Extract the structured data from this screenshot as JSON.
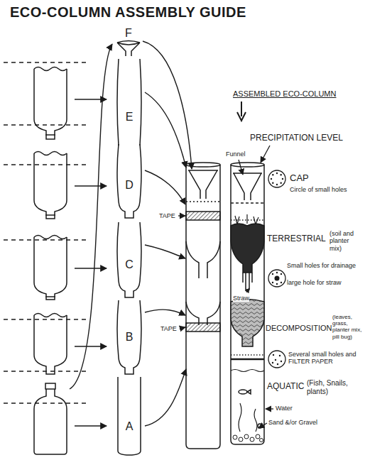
{
  "diagram": {
    "title": "ECO-COLUMN ASSEMBLY GUIDE",
    "nodes": [
      {
        "text": [
          "F"
        ]
      },
      {
        "text": [
          "E"
        ]
      },
      {
        "text": [
          "D"
        ]
      },
      {
        "text": [
          "C"
        ]
      },
      {
        "text": [
          "B"
        ]
      },
      {
        "text": [
          "A"
        ]
      }
    ],
    "labels": [
      "ASSEMBLED ECO-COLUMN",
      "PRECIPITATION LEVEL",
      "Funnel",
      "CAP",
      "Circle of small holes",
      "TAPE",
      "TAPE",
      "TERRESTRIAL",
      "(soil and planter mix)",
      "Small holes for drainage",
      "large hole for straw",
      "Straw",
      "DECOMPOSITION",
      "(leaves, grass, planter mix, pill bug)",
      "Several small holes and FILTER PAPER",
      "AQUATIC",
      "(Fish, Snails, plants)",
      "Water",
      "Sand &/or Gravel"
    ]
  }
}
